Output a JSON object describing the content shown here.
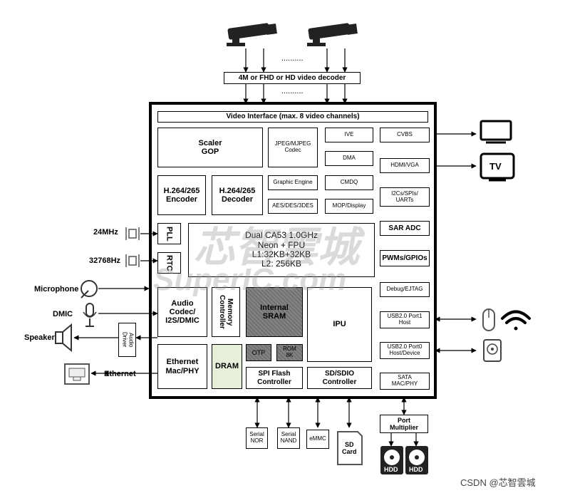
{
  "decoder": "4M or FHD or HD video decoder",
  "camera_ellipsis_top": "..........",
  "camera_ellipsis_bottom": "..........",
  "soc_blocks": {
    "video_interface": "Video Interface (max. 8 video channels)",
    "scaler": "Scaler\nGOP",
    "jpeg": "JPEG/MJPEG\nCodec",
    "ive": "IVE",
    "dma": "DMA",
    "cmdq": "CMDQ",
    "h264_enc": "H.264/265\nEncoder",
    "h264_dec": "H.264/265\nDecoder",
    "graphic": "Graphic Engine",
    "aes": "AES/DES/3DES",
    "mop": "MOP/Display",
    "cvbs": "CVBS",
    "hdmi": "HDMI/VGA",
    "i2c": "I2Cs/SPIs/\nUARTs",
    "sar_adc": "SAR ADC",
    "pwm": "PWMs/GPIOs",
    "debug": "Debug/EJTAG",
    "usb_p1": "USB2.0 Port1\nHost",
    "usb_p0": "USB2.0 Port0\nHost/Device",
    "sata": "SATA\nMAC/PHY",
    "pll": "PLL",
    "rtc": "RTC",
    "cpu": "Dual CA53 1.0GHz\nNeon + FPU\nL1:32KB+32KB\nL2: 256KB",
    "audio_codec": "Audio\nCodec/\nI2S/DMIC",
    "mem_ctrl": "Memory\nController",
    "sram": "Internal\nSRAM",
    "otp": "OTP",
    "rom": "ROM\n8K",
    "ipu": "IPU",
    "ethernet": "Ethernet\nMac/PHY",
    "dram": "DRAM",
    "spi_flash": "SPI Flash\nController",
    "sdio": "SD/SDIO\nController"
  },
  "external": {
    "clk_24": "24MHz",
    "clk_32": "32768Hz",
    "microphone": "Microphone",
    "dmic": "DMIC",
    "speaker": "Speaker",
    "ethernet": "Ethernet",
    "audio_driver": "Audio\nDriver",
    "serial_nor": "Serial\nNOR",
    "serial_nand": "Serial\nNAND",
    "emmc": "eMMC",
    "sd_card": "SD\nCard",
    "port_multiplier": "Port\nMultiplier",
    "hdd_1": "HDD",
    "hdd_2": "HDD",
    "tv": "TV"
  },
  "watermark": {
    "cn": "芯智雲城",
    "en": "SuperIC.com"
  },
  "credit": "CSDN @芯智雲城",
  "icons": [
    "camera-icon",
    "monitor-icon",
    "tv-icon",
    "mouse-icon",
    "wifi-icon",
    "hdd-icon",
    "microphone-icon",
    "speaker-icon",
    "ethernet-port-icon",
    "sd-card-icon",
    "crystal-icon"
  ]
}
